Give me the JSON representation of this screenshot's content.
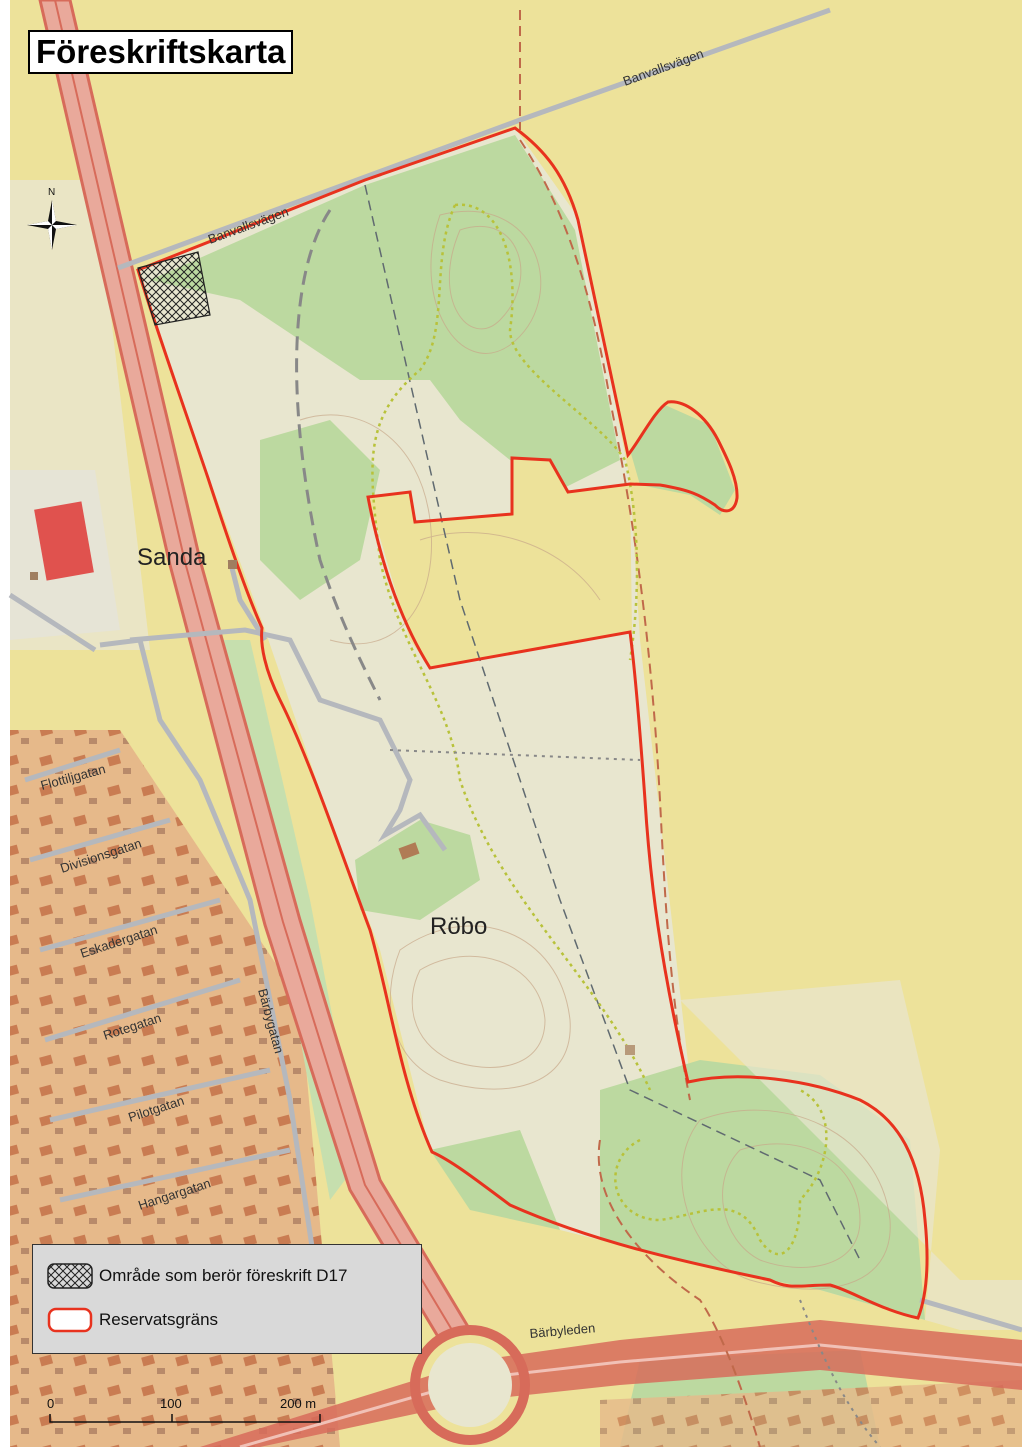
{
  "title": "Föreskriftskarta",
  "place_names": {
    "sanda": "Sanda",
    "robo": "Röbo"
  },
  "street_names": {
    "banvallsvagen_ne": "Banvallsvägen",
    "banvallsvagen_nw": "Banvallsvägen",
    "flottiljgatan": "Flottiljgatan",
    "divisionsgatan": "Divisionsgatan",
    "eskadergatan": "Eskadergatan",
    "rotegatan": "Rotegatan",
    "pilotgatan": "Pilotgatan",
    "hangargatan": "Hangargatan",
    "barbygatan": "Bärbygatan",
    "barbyleden": "Bärbyleden"
  },
  "north_arrow_label": "N",
  "legend": {
    "items": [
      {
        "label": "Område som berör föreskrift D17",
        "symbol": "crosshatch"
      },
      {
        "label": "Reservatsgräns",
        "symbol": "red-outline"
      }
    ]
  },
  "scale_bar": {
    "ticks": [
      "0",
      "100",
      "200 m"
    ]
  },
  "colors": {
    "field_yellow": "#ede29a",
    "forest_green": "#bcd9a0",
    "open_land": "#e8e6cf",
    "reserve_boundary": "#e8321e",
    "residential": "#e6b98a",
    "house_roof": "#c97c52",
    "road_red": "#d76b5a",
    "road_gray": "#b5b8bd",
    "trail_yellow": "#b8c23a"
  }
}
